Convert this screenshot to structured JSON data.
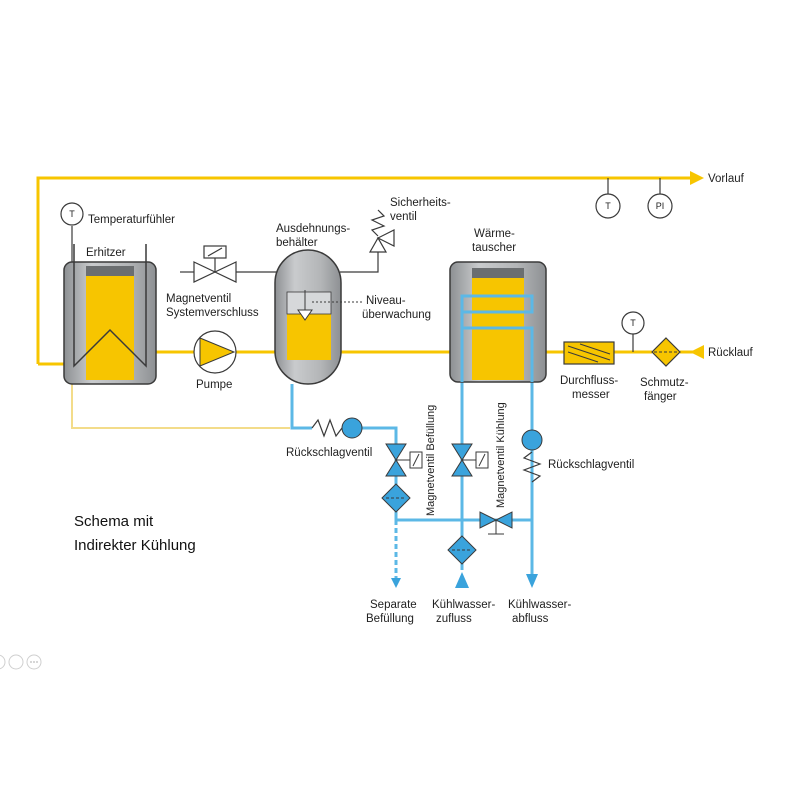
{
  "caption": {
    "line1": "Schema mit",
    "line2": "Indirekter Kühlung"
  },
  "labels": {
    "vorlauf": "Vorlauf",
    "ruecklauf": "Rücklauf",
    "temperaturfuehler": "Temperaturfühler",
    "erhitzer": "Erhitzer",
    "magnetventil_1": "Magnetventil",
    "magnetventil_2": "Systemverschluss",
    "pumpe": "Pumpe",
    "ausdehnung_1": "Ausdehnungs-",
    "ausdehnung_2": "behälter",
    "sicherheit_1": "Sicherheits-",
    "sicherheit_2": "ventil",
    "niveau_1": "Niveau-",
    "niveau_2": "überwachung",
    "waerme_1": "Wärme-",
    "waerme_2": "tauscher",
    "durchfluss_1": "Durchfluss-",
    "durchfluss_2": "messer",
    "schmutz_1": "Schmutz-",
    "schmutz_2": "fänger",
    "rueckschlag_left": "Rückschlagventil",
    "rueckschlag_right": "Rückschlagventil",
    "mv_befuellung": "Magnetventil Befüllung",
    "mv_kuehlung": "Magnetventil Kühlung",
    "separate_1": "Separate",
    "separate_2": "Befüllung",
    "kuehl_zu_1": "Kühlwasser-",
    "kuehl_zu_2": "zufluss",
    "kuehl_ab_1": "Kühlwasser-",
    "kuehl_ab_2": "abfluss"
  },
  "symbols": {
    "temp": "T",
    "pressure": "PI"
  },
  "colors": {
    "hot_line": "#f7c500",
    "hot_line_light": "#f3dc8a",
    "cold_line": "#5cb8e6",
    "component_blue": "#3aa3dc",
    "tank_gray": "#a3a6a9",
    "tank_fill": "#f7c500",
    "outline": "#3a3a3a"
  }
}
